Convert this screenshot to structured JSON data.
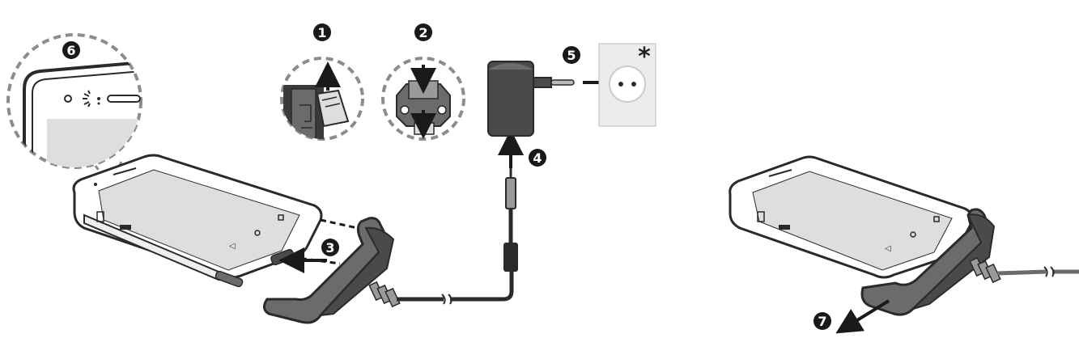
{
  "colors": {
    "outline": "#2a2a2a",
    "screen": "#dedede",
    "device_body": "#ffffff",
    "plastic": "#6b6b6b",
    "plastic_dark": "#4a4a4a",
    "plastic_light": "#9a9a9a",
    "dashed_circle": "#8c8c8c",
    "wall_plate": "#ececec"
  },
  "steps": {
    "s1": "1",
    "s2": "2",
    "s3": "3",
    "s4": "4",
    "s5": "5",
    "s6": "6",
    "s7": "7"
  },
  "wall_outlet_marker": "*",
  "icons": [
    "phone-device",
    "charging-cup",
    "power-adapter",
    "wall-socket",
    "cable",
    "arrow",
    "status-led-detail"
  ]
}
